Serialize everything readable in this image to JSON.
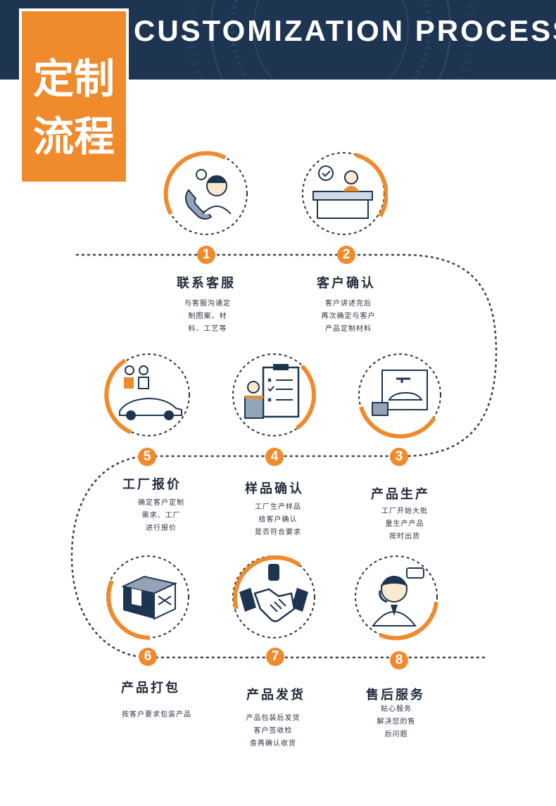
{
  "header": {
    "title": "CUSTOMIZATION PROCESS",
    "badge_line1": "定制",
    "badge_line2": "流程"
  },
  "colors": {
    "accent": "#ef8a2d",
    "navy": "#1e3552",
    "text": "#1f2a3a"
  },
  "steps": [
    {
      "number": "1",
      "title": "联系客服",
      "icon": "customer-service-phone-icon",
      "desc": [
        "与客服沟通定",
        "制图案、材",
        "料、工艺等"
      ]
    },
    {
      "number": "2",
      "title": "客户确认",
      "icon": "reception-desk-icon",
      "desc": [
        "客户讲述完后",
        "再次确定与客户",
        "产品定制材料"
      ]
    },
    {
      "number": "3",
      "title": "产品生产",
      "icon": "production-board-icon",
      "desc": [
        "工厂开始大批",
        "量生产产品",
        "按时出货"
      ]
    },
    {
      "number": "4",
      "title": "样品确认",
      "icon": "clipboard-checklist-icon",
      "desc": [
        "工厂生产样品",
        "给客户确认",
        "是否符合要求"
      ]
    },
    {
      "number": "5",
      "title": "工厂报价",
      "icon": "car-quote-icon",
      "desc": [
        "确定客户定制",
        "需求、工厂",
        "进行报价"
      ]
    },
    {
      "number": "6",
      "title": "产品打包",
      "icon": "package-box-icon",
      "desc": [
        "按客户要求包装产品"
      ]
    },
    {
      "number": "7",
      "title": "产品发货",
      "icon": "handshake-icon",
      "desc": [
        "产品包装后发货",
        "客户签收检",
        "查再确认收货"
      ]
    },
    {
      "number": "8",
      "title": "售后服务",
      "icon": "headset-support-icon",
      "desc": [
        "贴心服务",
        "解决您的售",
        "后问题"
      ]
    }
  ]
}
